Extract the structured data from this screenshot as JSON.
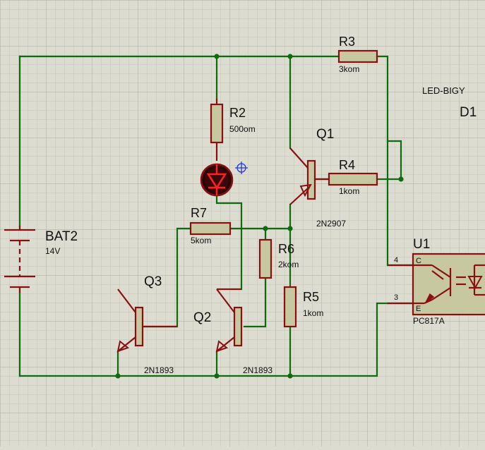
{
  "colors": {
    "background": "#dcdcd0",
    "grid_minor": "#c4c4b6",
    "grid_major": "#b4b4a4",
    "wire": "#0f6b0f",
    "component": "#8a1010",
    "resistor_fill": "#c8c8a0",
    "led_glow": "#ff2020",
    "probe": "#2233ee"
  },
  "components": {
    "bat2": {
      "ref": "BAT2",
      "value": "14V"
    },
    "r2": {
      "ref": "R2",
      "value": "500om"
    },
    "r3": {
      "ref": "R3",
      "value": "3kom"
    },
    "r4": {
      "ref": "R4",
      "value": "1kom"
    },
    "r5": {
      "ref": "R5",
      "value": "1kom"
    },
    "r6": {
      "ref": "R6",
      "value": "2kom"
    },
    "r7": {
      "ref": "R7",
      "value": "5kom"
    },
    "q1": {
      "ref": "Q1",
      "value": "2N2907"
    },
    "q2": {
      "ref": "Q2",
      "value": "2N1893"
    },
    "q3": {
      "ref": "Q3",
      "value": "2N1893"
    },
    "d1": {
      "ref": "D1",
      "value": "LED-BIGY"
    },
    "u1": {
      "ref": "U1",
      "value": "PC817A",
      "pin4_num": "4",
      "pin3_num": "3",
      "pin_c": "C",
      "pin_e": "E"
    }
  },
  "icons": {
    "led": "led-glowing-icon",
    "probe": "crosshair-probe-icon"
  }
}
